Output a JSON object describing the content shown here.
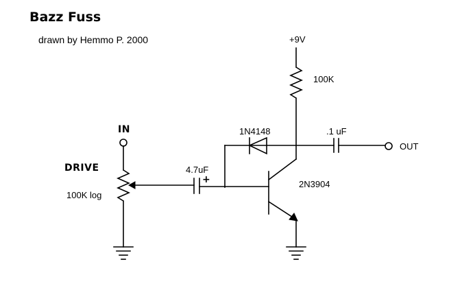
{
  "title": "Bazz Fuss",
  "subtitle": "drawn by Hemmo P. 2000",
  "labels": {
    "supply": "+9V",
    "resistor": "100K",
    "diode": "1N4148",
    "out_cap": ".1 uF",
    "out": "OUT",
    "in": "IN",
    "drive": "DRIVE",
    "pot": "100K log",
    "in_cap": "4.7uF",
    "cap_polarity": "+",
    "transistor": "2N3904"
  },
  "colors": {
    "ink": "#000000",
    "background": "#ffffff"
  }
}
